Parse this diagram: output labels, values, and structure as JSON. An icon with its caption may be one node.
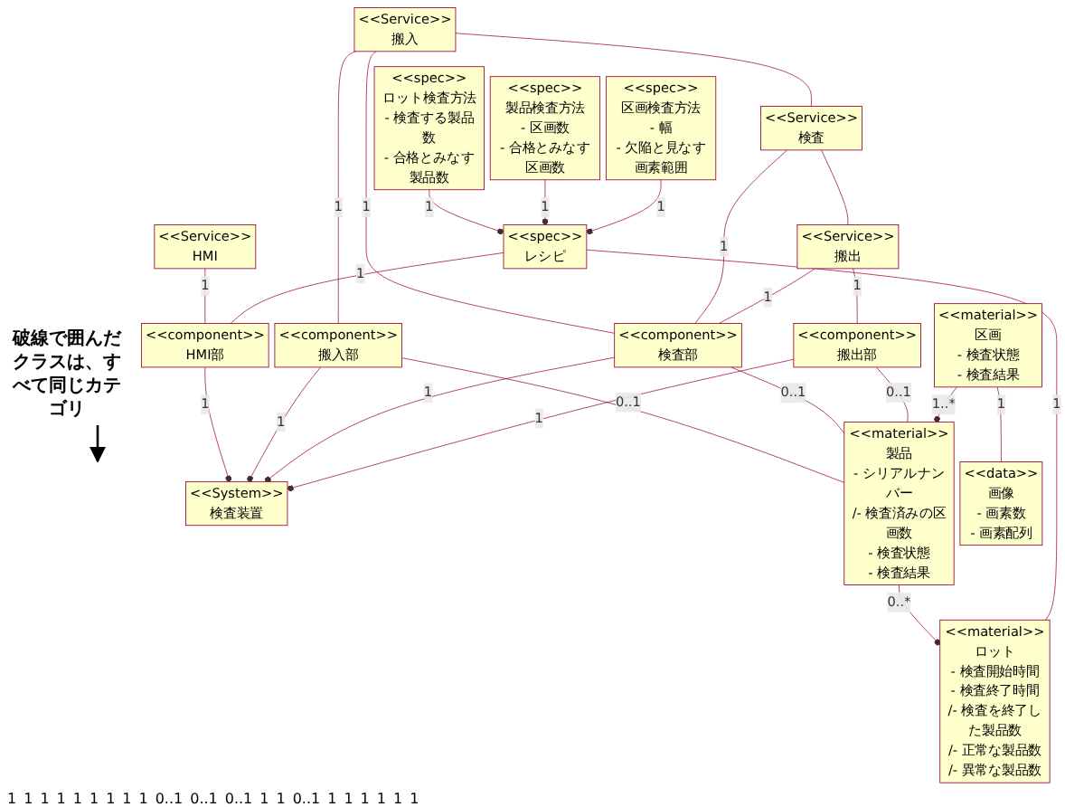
{
  "diagram": {
    "nodes": [
      {
        "text": [
          "<<System>>",
          "検査装置"
        ]
      },
      {
        "text": [
          "<<Service>>",
          "HMI"
        ]
      },
      {
        "text": [
          "<<Service>>",
          "搬入"
        ]
      },
      {
        "text": [
          "<<Service>>",
          "検査"
        ]
      },
      {
        "text": [
          "<<Service>>",
          "搬出"
        ]
      },
      {
        "text": [
          "<<component>>",
          "HMI部"
        ]
      },
      {
        "text": [
          "<<component>>",
          "搬入部"
        ]
      },
      {
        "text": [
          "<<component>>",
          "検査部"
        ]
      },
      {
        "text": [
          "<<component>>",
          "搬出部"
        ]
      },
      {
        "text": [
          "<<material>>",
          "ロット",
          "- 検査開始時間",
          "- 検査終了時間",
          "/- 検査を終了した製品数",
          "/- 正常な製品数",
          "/- 異常な製品数"
        ]
      },
      {
        "text": [
          "<<material>>",
          "製品",
          "- シリアルナンバー",
          "/- 検査済みの区画数",
          "- 検査状態",
          "- 検査結果"
        ]
      },
      {
        "text": [
          "<<material>>",
          "区画",
          "- 検査状態",
          "- 検査結果"
        ]
      },
      {
        "text": [
          "<<data>>",
          "画像",
          "- 画素数",
          "- 画素配列"
        ]
      },
      {
        "text": [
          "<<spec>>",
          "ロット検査方法",
          "- 検査する製品数",
          "- 合格とみなす製品数"
        ]
      },
      {
        "text": [
          "<<spec>>",
          "製品検査方法",
          "- 区画数",
          "- 合格とみなす区画数"
        ]
      },
      {
        "text": [
          "<<spec>>",
          "区画検査方法",
          "- 幅",
          "- 欠陥と見なす画素範囲"
        ]
      },
      {
        "text": [
          "<<spec>>",
          "レシピ"
        ]
      },
      {
        "text": [
          "破線で囲んだクラスは、すべて同じカテゴリ"
        ]
      }
    ],
    "edges": [
      {
        "from": 5,
        "to": 0,
        "arrow": "other",
        "label": "1"
      },
      {
        "from": 6,
        "to": 0,
        "arrow": "other",
        "label": "1"
      },
      {
        "from": 7,
        "to": 0,
        "arrow": "other",
        "label": "1"
      },
      {
        "from": 8,
        "to": 0,
        "arrow": "other",
        "label": "1"
      },
      {
        "from": 2,
        "to": 3,
        "arrow": "none"
      },
      {
        "from": 3,
        "to": 4,
        "arrow": "none"
      },
      {
        "from": 1,
        "to": 5,
        "arrow": "none",
        "label": "1"
      },
      {
        "from": 2,
        "to": 6,
        "arrow": "none",
        "label": "1"
      },
      {
        "from": 2,
        "to": 7,
        "arrow": "none",
        "label": "1"
      },
      {
        "from": 3,
        "to": 7,
        "arrow": "none",
        "label": "1"
      },
      {
        "from": 4,
        "to": 7,
        "arrow": "none",
        "label": "1"
      },
      {
        "from": 4,
        "to": 8,
        "arrow": "none",
        "label": "1"
      },
      {
        "from": 6,
        "to": 10,
        "arrow": "none",
        "label": "0..1"
      },
      {
        "from": 7,
        "to": 10,
        "arrow": "none",
        "label": "0..1"
      },
      {
        "from": 8,
        "to": 10,
        "arrow": "none",
        "label": "0..1"
      },
      {
        "from": 10,
        "to": 9,
        "arrow": "other",
        "label": "0..*"
      },
      {
        "from": 11,
        "to": 10,
        "arrow": "other",
        "label": "1..*"
      },
      {
        "from": 11,
        "to": 12,
        "arrow": "none",
        "label": "1"
      },
      {
        "from": 16,
        "to": 5,
        "arrow": "none",
        "label": "1"
      },
      {
        "from": 16,
        "to": 9,
        "arrow": "none",
        "label": "1"
      },
      {
        "from": 13,
        "to": 16,
        "arrow": "other",
        "label": "1"
      },
      {
        "from": 14,
        "to": 16,
        "arrow": "other",
        "label": "1"
      },
      {
        "from": 15,
        "to": 16,
        "arrow": "other",
        "label": "1"
      },
      {
        "from": 17,
        "to": null,
        "arrow": "to",
        "color": "#000000"
      }
    ],
    "labels": [
      "1",
      "1",
      "1",
      "1",
      "1",
      "1",
      "1",
      "1",
      "1",
      "0..1",
      "0..1",
      "0..1",
      "1",
      "1",
      "0..1",
      "1",
      "1",
      "1",
      "1",
      "1",
      "1"
    ]
  }
}
